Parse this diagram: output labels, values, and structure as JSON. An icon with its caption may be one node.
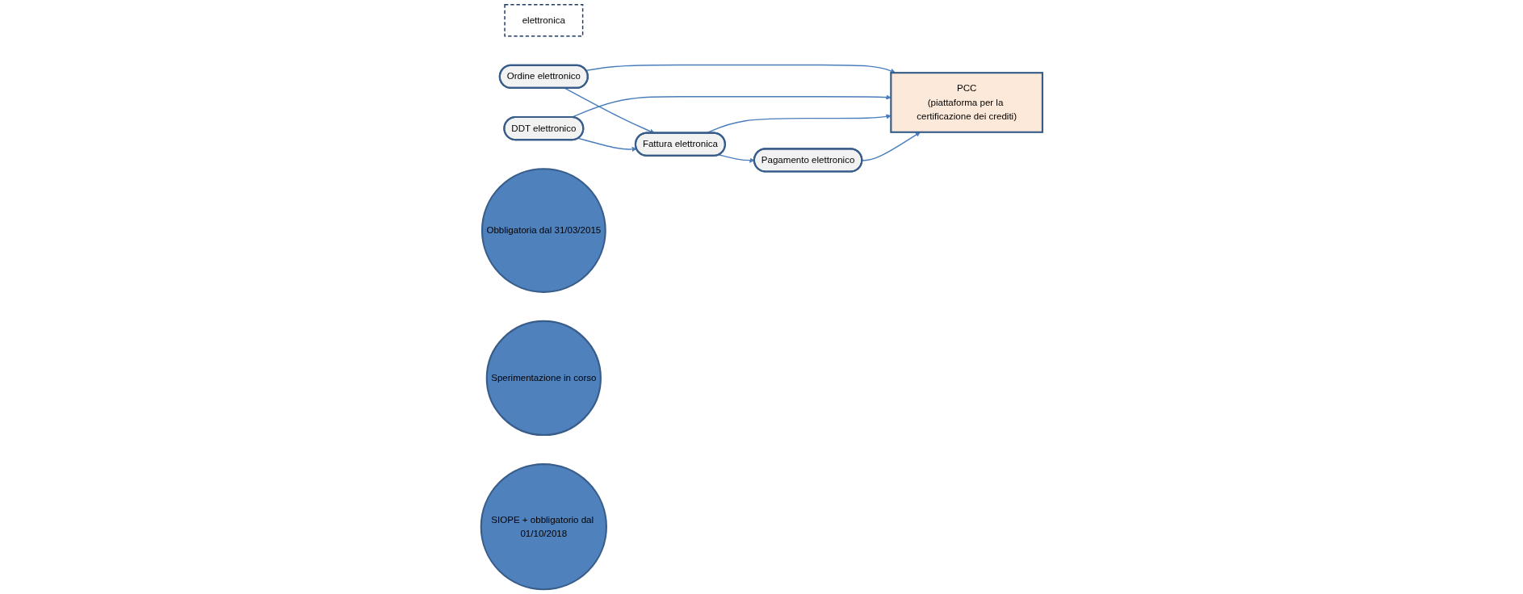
{
  "diagram": {
    "nodes": [
      {
        "text": [
          "elettronica"
        ]
      },
      {
        "text": [
          "DDT elettronico"
        ]
      },
      {
        "text": [
          "Ordine elettronico"
        ]
      },
      {
        "text": [
          "Fattura elettronica"
        ]
      },
      {
        "text": [
          "Pagamento elettronico"
        ]
      },
      {
        "text": [
          "Obbligatoria dal 31/03/2015"
        ]
      },
      {
        "text": [
          "Sperimentazione in corso"
        ]
      },
      {
        "text": [
          "PCC",
          "(piattaforma per la certificazione dei crediti)"
        ]
      },
      {
        "text": [
          "SIOPE + obbligatorio dal 01/10/2018"
        ]
      }
    ],
    "edges": [
      {
        "from": 2,
        "to": 3,
        "arrow": "to"
      },
      {
        "from": 1,
        "to": 3,
        "arrow": "to"
      },
      {
        "from": 3,
        "to": 4,
        "arrow": "to"
      },
      {
        "from": 2,
        "to": 7,
        "arrow": "to"
      },
      {
        "from": 1,
        "to": 7,
        "arrow": "to"
      },
      {
        "from": 3,
        "to": 7,
        "arrow": "to"
      },
      {
        "from": 4,
        "to": 7,
        "arrow": "to"
      }
    ]
  }
}
